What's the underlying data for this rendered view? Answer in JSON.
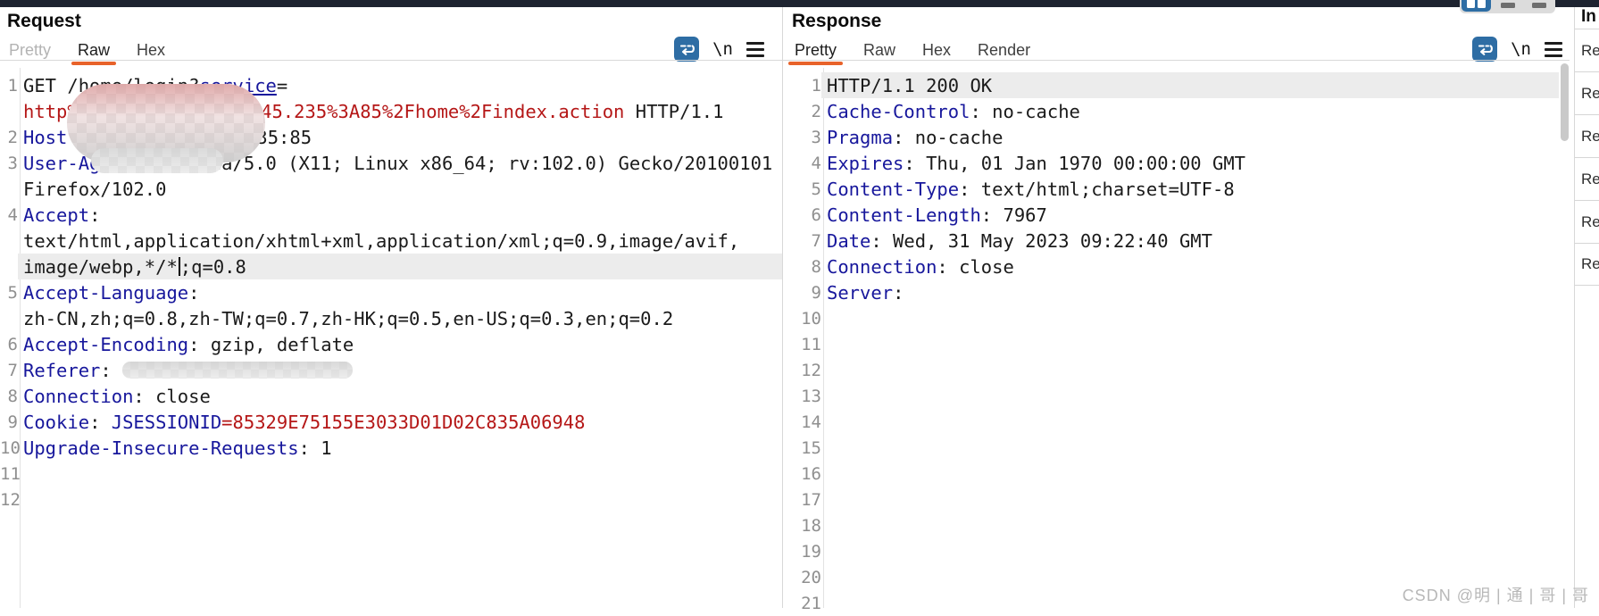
{
  "colors": {
    "accent_orange": "#e8622a",
    "header_blue": "#17179c",
    "value_red": "#b51717",
    "icon_blue": "#2e6da4",
    "top_strip": "#1d2330"
  },
  "layout_toggle": {
    "icons": [
      "columns-layout-icon",
      "rows-layout-icon",
      "rows-layout-icon"
    ],
    "selected_index": 0
  },
  "request_panel": {
    "title": "Request",
    "tabs": [
      {
        "label": "Pretty",
        "state": "disabled"
      },
      {
        "label": "Raw",
        "state": "selected"
      },
      {
        "label": "Hex",
        "state": "normal"
      }
    ],
    "toolbar": {
      "icons": [
        "soft-wrap-icon",
        "newline-icon",
        "menu-icon"
      ],
      "newline_label": "\\n"
    },
    "rows": [
      {
        "num": "1",
        "segs": [
          [
            "v",
            "GET /home/login?"
          ],
          [
            "u",
            "service"
          ],
          [
            "v",
            "="
          ]
        ]
      },
      {
        "num": "",
        "segs": [
          [
            "r",
            "http%3A%2F%1"
          ],
          [
            "sp",
            "118"
          ],
          [
            "r",
            "45.235%3A85%2Fhome%2Findex.action"
          ],
          [
            "v",
            " HTTP/1.1"
          ]
        ]
      },
      {
        "num": "2",
        "segs": [
          [
            "k",
            "Host"
          ],
          [
            "sp",
            "212"
          ],
          [
            "v",
            "35:85"
          ]
        ]
      },
      {
        "num": "3",
        "segs": [
          [
            "k",
            "User-Agent"
          ],
          [
            "v",
            ": Mozilla/5.0 (X11; Linux x86_64; rv:102.0) Gecko/20100101"
          ]
        ]
      },
      {
        "num": "",
        "segs": [
          [
            "v",
            "Firefox/102.0"
          ]
        ]
      },
      {
        "num": "4",
        "segs": [
          [
            "k",
            "Accept"
          ],
          [
            "v",
            ":"
          ]
        ]
      },
      {
        "num": "",
        "segs": [
          [
            "v",
            "text/html,application/xhtml+xml,application/xml;q=0.9,image/avif,"
          ]
        ]
      },
      {
        "num": "",
        "hl": true,
        "segs": [
          [
            "v",
            "image/webp,*/*"
          ],
          [
            "cur",
            ""
          ],
          [
            "v",
            ";q=0.8"
          ]
        ]
      },
      {
        "num": "5",
        "segs": [
          [
            "k",
            "Accept-Language"
          ],
          [
            "v",
            ":"
          ]
        ]
      },
      {
        "num": "",
        "segs": [
          [
            "v",
            "zh-CN,zh;q=0.8,zh-TW;q=0.7,zh-HK;q=0.5,en-US;q=0.3,en;q=0.2"
          ]
        ]
      },
      {
        "num": "6",
        "segs": [
          [
            "k",
            "Accept-Encoding"
          ],
          [
            "v",
            ": gzip, deflate"
          ]
        ]
      },
      {
        "num": "7",
        "segs": [
          [
            "k",
            "Referer"
          ],
          [
            "v",
            ": "
          ],
          [
            "bar",
            "258"
          ]
        ]
      },
      {
        "num": "8",
        "segs": [
          [
            "k",
            "Connection"
          ],
          [
            "v",
            ": close"
          ]
        ]
      },
      {
        "num": "9",
        "segs": [
          [
            "k",
            "Cookie"
          ],
          [
            "v",
            ": "
          ],
          [
            "k",
            "JSESSIONID"
          ],
          [
            "r",
            "=85329E75155E3033D01D02C835A06948"
          ]
        ]
      },
      {
        "num": "10",
        "segs": [
          [
            "k",
            "Upgrade-Insecure-Requests"
          ],
          [
            "v",
            ": 1"
          ]
        ]
      },
      {
        "num": "11",
        "segs": []
      },
      {
        "num": "12",
        "segs": []
      }
    ]
  },
  "response_panel": {
    "title": "Response",
    "tabs": [
      {
        "label": "Pretty",
        "state": "selected"
      },
      {
        "label": "Raw",
        "state": "normal"
      },
      {
        "label": "Hex",
        "state": "normal"
      },
      {
        "label": "Render",
        "state": "normal"
      }
    ],
    "toolbar": {
      "icons": [
        "soft-wrap-icon",
        "newline-icon",
        "menu-icon"
      ],
      "newline_label": "\\n"
    },
    "rows": [
      {
        "num": "1",
        "hl": true,
        "segs": [
          [
            "v",
            "HTTP/1.1 200 OK"
          ]
        ]
      },
      {
        "num": "2",
        "segs": [
          [
            "k",
            "Cache-Control"
          ],
          [
            "v",
            ": no-cache"
          ]
        ]
      },
      {
        "num": "3",
        "segs": [
          [
            "k",
            "Pragma"
          ],
          [
            "v",
            ": no-cache"
          ]
        ]
      },
      {
        "num": "4",
        "segs": [
          [
            "k",
            "Expires"
          ],
          [
            "v",
            ": Thu, 01 Jan 1970 00:00:00 GMT"
          ]
        ]
      },
      {
        "num": "5",
        "segs": [
          [
            "k",
            "Content-Type"
          ],
          [
            "v",
            ": text/html;charset=UTF-8"
          ]
        ]
      },
      {
        "num": "6",
        "segs": [
          [
            "k",
            "Content-Length"
          ],
          [
            "v",
            ": 7967"
          ]
        ]
      },
      {
        "num": "7",
        "segs": [
          [
            "k",
            "Date"
          ],
          [
            "v",
            ": Wed, 31 May 2023 09:22:40 GMT"
          ]
        ]
      },
      {
        "num": "8",
        "segs": [
          [
            "k",
            "Connection"
          ],
          [
            "v",
            ": close"
          ]
        ]
      },
      {
        "num": "9",
        "segs": [
          [
            "k",
            "Server"
          ],
          [
            "v",
            ":"
          ]
        ]
      },
      {
        "num": "10",
        "segs": []
      },
      {
        "num": "11",
        "segs": []
      },
      {
        "num": "12",
        "segs": []
      },
      {
        "num": "13",
        "segs": []
      },
      {
        "num": "14",
        "segs": []
      },
      {
        "num": "15",
        "segs": []
      },
      {
        "num": "16",
        "segs": []
      },
      {
        "num": "17",
        "segs": []
      },
      {
        "num": "18",
        "segs": []
      },
      {
        "num": "19",
        "segs": []
      },
      {
        "num": "20",
        "segs": []
      },
      {
        "num": "21",
        "segs": []
      }
    ]
  },
  "inspector": {
    "title": "In",
    "rows": [
      "Re",
      "Re",
      "Re",
      "Re",
      "Re",
      "Re"
    ]
  },
  "watermark": "CSDN @明 | 通 | 哥 | 哥"
}
